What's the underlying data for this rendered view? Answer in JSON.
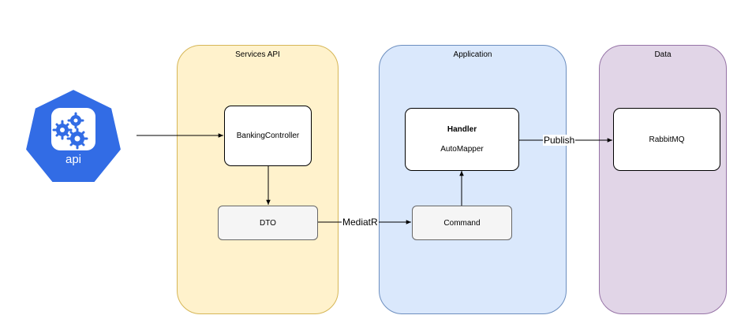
{
  "lanes": {
    "services_api": "Services API",
    "application": "Application",
    "data": "Data"
  },
  "nodes": {
    "api_badge": "api",
    "banking_controller": "BankingController",
    "dto": "DTO",
    "handler_title": "Handler",
    "handler_sub": "AutoMapper",
    "command": "Command",
    "rabbitmq": "RabbitMQ"
  },
  "edges": {
    "mediatr": "MediatR",
    "publish": "Publish"
  },
  "colors": {
    "services_fill": "#fff2cc",
    "services_stroke": "#d6b656",
    "application_fill": "#dae8fc",
    "application_stroke": "#6c8ebf",
    "data_fill": "#e1d5e7",
    "data_stroke": "#9673a6",
    "api_icon": "#326ce5"
  },
  "icons": {
    "api_icon": "kubernetes-api-gear-icon"
  }
}
